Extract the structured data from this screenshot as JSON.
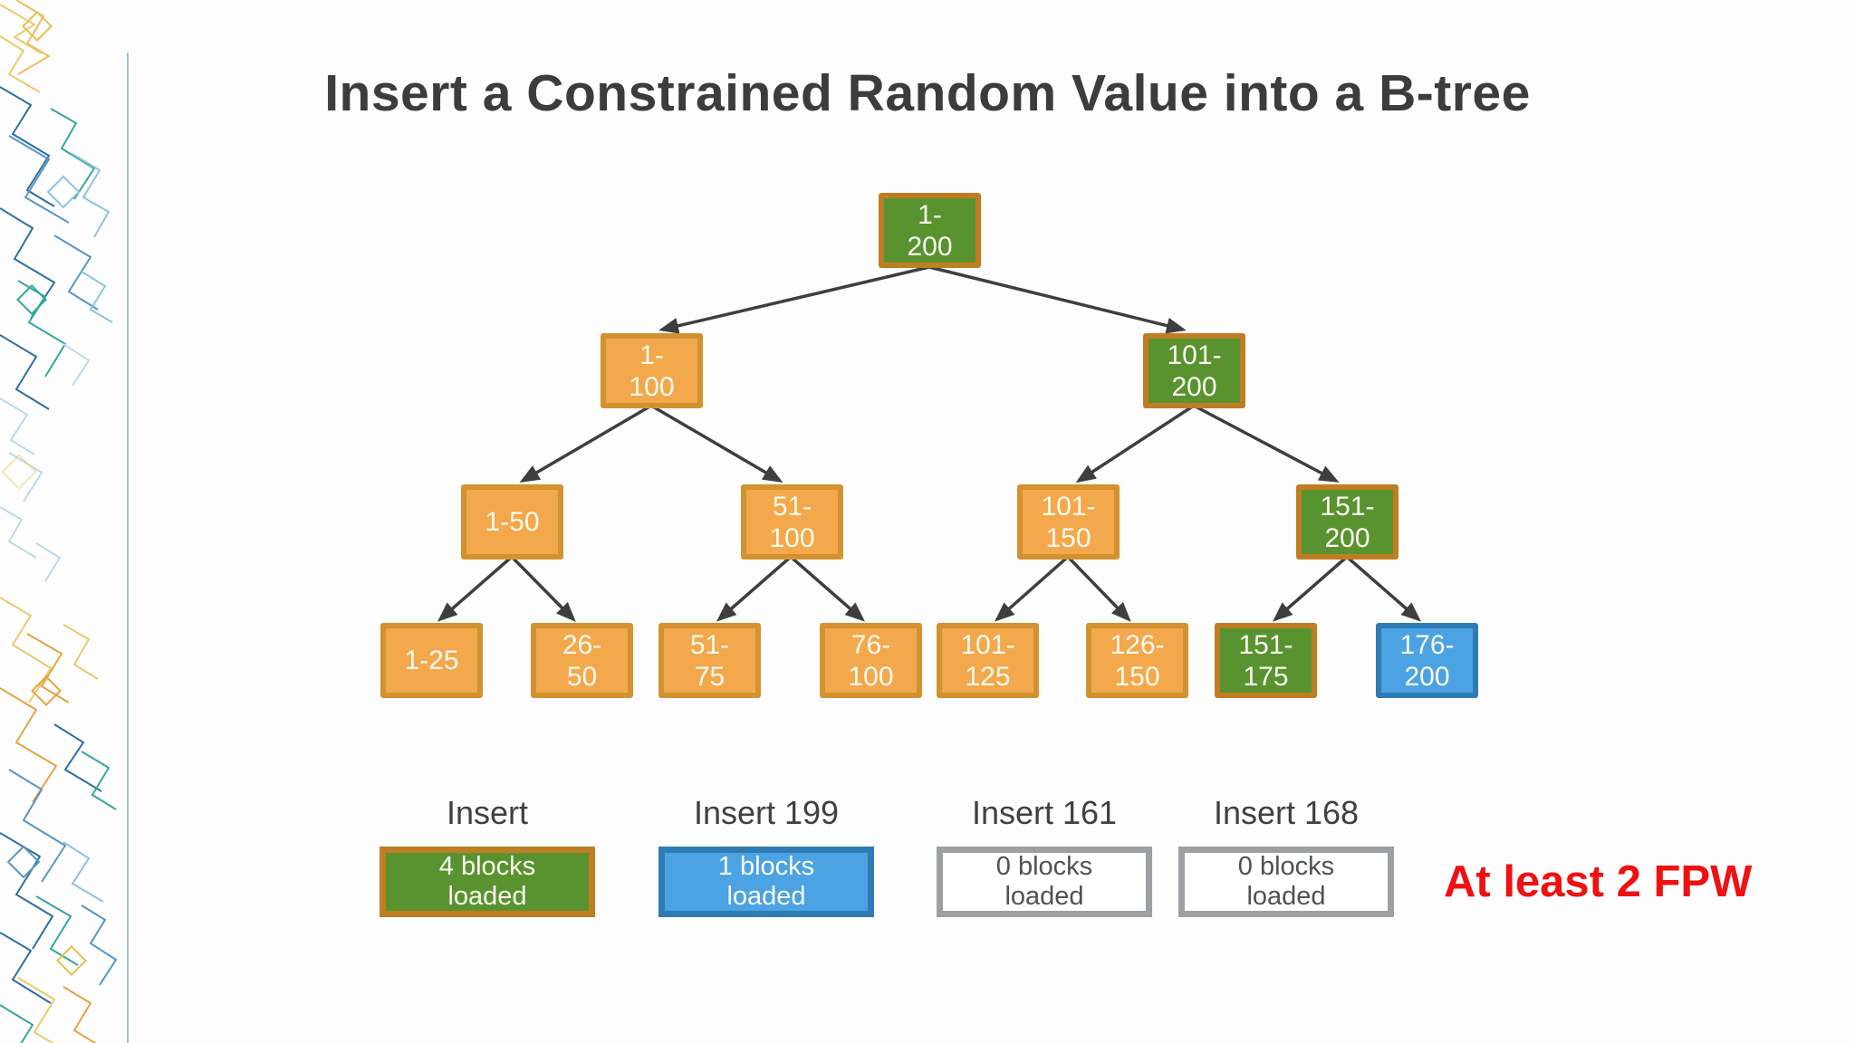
{
  "slide": {
    "title": "Insert a Constrained Random Value into a B-tree",
    "annotation": "At least 2 FPW"
  },
  "palette": {
    "node_orange_fill": "#f3a84c",
    "node_orange_border": "#d2922f",
    "node_green_fill": "#589330",
    "node_green_border": "#c07d22",
    "node_blue_fill": "#4ba3e3",
    "node_blue_border": "#2f7cb5",
    "legend_white_border": "#9da0a3",
    "arrow_color": "#3e3e40",
    "title_color": "#3c3c3e",
    "annotation_color": "#ef1111"
  },
  "tree": {
    "nodes": [
      {
        "label": "1-200",
        "lines": [
          "1-",
          "200"
        ],
        "variant": "green"
      },
      {
        "label": "1-100",
        "lines": [
          "1-",
          "100"
        ],
        "variant": "orange"
      },
      {
        "label": "101-200",
        "lines": [
          "101-",
          "200"
        ],
        "variant": "green"
      },
      {
        "label": "1-50",
        "lines": [
          "1-50"
        ],
        "variant": "orange"
      },
      {
        "label": "51-100",
        "lines": [
          "51-",
          "100"
        ],
        "variant": "orange"
      },
      {
        "label": "101-150",
        "lines": [
          "101-",
          "150"
        ],
        "variant": "orange"
      },
      {
        "label": "151-200",
        "lines": [
          "151-",
          "200"
        ],
        "variant": "green"
      },
      {
        "label": "1-25",
        "lines": [
          "1-25"
        ],
        "variant": "orange"
      },
      {
        "label": "26-50",
        "lines": [
          "26-",
          "50"
        ],
        "variant": "orange"
      },
      {
        "label": "51-75",
        "lines": [
          "51-",
          "75"
        ],
        "variant": "orange"
      },
      {
        "label": "76-100",
        "lines": [
          "76-",
          "100"
        ],
        "variant": "orange"
      },
      {
        "label": "101-125",
        "lines": [
          "101-",
          "125"
        ],
        "variant": "orange"
      },
      {
        "label": "126-150",
        "lines": [
          "126-",
          "150"
        ],
        "variant": "orange"
      },
      {
        "label": "151-175",
        "lines": [
          "151-",
          "175"
        ],
        "variant": "green"
      },
      {
        "label": "176-200",
        "lines": [
          "176-",
          "200"
        ],
        "variant": "blue"
      }
    ],
    "edges": [
      [
        "1-200",
        "1-100"
      ],
      [
        "1-200",
        "101-200"
      ],
      [
        "1-100",
        "1-50"
      ],
      [
        "1-100",
        "51-100"
      ],
      [
        "101-200",
        "101-150"
      ],
      [
        "101-200",
        "151-200"
      ],
      [
        "1-50",
        "1-25"
      ],
      [
        "1-50",
        "26-50"
      ],
      [
        "51-100",
        "51-75"
      ],
      [
        "51-100",
        "76-100"
      ],
      [
        "101-150",
        "101-125"
      ],
      [
        "101-150",
        "126-150"
      ],
      [
        "151-200",
        "151-175"
      ],
      [
        "151-200",
        "176-200"
      ]
    ]
  },
  "legend": {
    "items": [
      {
        "label": "Insert",
        "variant": "green",
        "box_lines": [
          "4 blocks",
          "loaded"
        ]
      },
      {
        "label": "Insert 199",
        "variant": "blue",
        "box_lines": [
          "1 blocks",
          "loaded"
        ]
      },
      {
        "label": "Insert 161",
        "variant": "white",
        "box_lines": [
          "0 blocks",
          "loaded"
        ]
      },
      {
        "label": "Insert 168",
        "variant": "white",
        "box_lines": [
          "0 blocks",
          "loaded"
        ]
      }
    ]
  }
}
